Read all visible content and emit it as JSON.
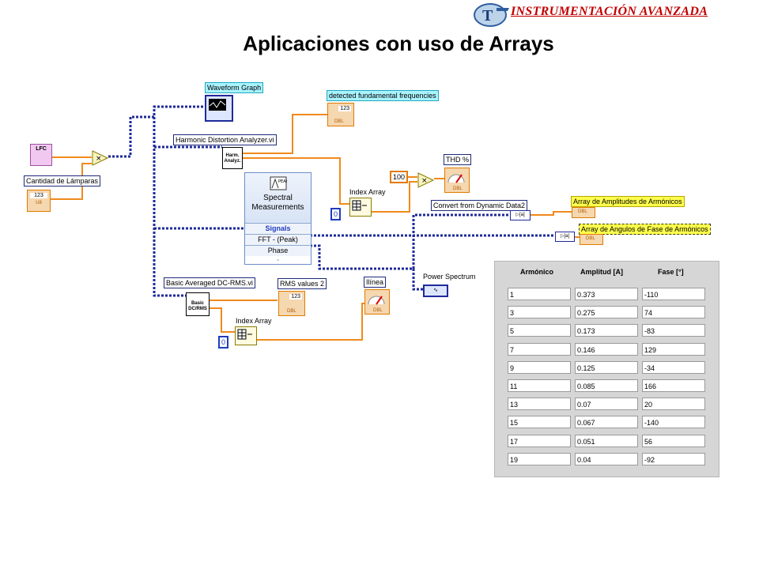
{
  "header": {
    "brand": "INSTRUMENTACIÓN AVANZADA",
    "title": "Aplicaciones con uso de Arrays"
  },
  "diagram": {
    "lfc": "LFC",
    "lamps_label": "Cantidad de Lámparas",
    "lamps_icon": "123",
    "lamps_type": "U8",
    "waveform_graph": "Waveform Graph",
    "fundamental_label": "detected fundamental frequencies",
    "fundamental_icon": "123",
    "hda_label": "Harmonic Distortion Analyzer.vi",
    "hda_icon_line1": "Harm.",
    "hda_icon_line2": "Analyz.",
    "const_100": "100",
    "thd_label": "THD %",
    "index_array_1": "Index Array",
    "index_const_1": "0",
    "spectral_title_1": "Spectral",
    "spectral_title_2": "Measurements",
    "spectral_icon": "PEAK",
    "spectral_rows": [
      "Signals",
      "FFT - (Peak)",
      "Phase"
    ],
    "convert_label": "Convert from Dynamic Data2",
    "amplitudes_label": "Array de Amplitudes de Armónicos",
    "angles_label": "Array de Angulos de Fase de Armónicos",
    "dbl": "DBL",
    "power_spectrum": "Power Spectrum",
    "rms_label": "Basic Averaged DC-RMS.vi",
    "rms_icon_line1": "Basic",
    "rms_icon_line2": "DC/RMS",
    "rms_values": "RMS values 2",
    "rms_icon": "123",
    "ilinea": "Ilínea",
    "index_array_2": "Index Array",
    "index_const_2": "0"
  },
  "table": {
    "headers": [
      "Armónico",
      "Amplitud [A]",
      "Fase [°]"
    ],
    "rows": [
      [
        "1",
        "0.373",
        "-110"
      ],
      [
        "3",
        "0.275",
        "74"
      ],
      [
        "5",
        "0.173",
        "-83"
      ],
      [
        "7",
        "0.146",
        "129"
      ],
      [
        "9",
        "0.125",
        "-34"
      ],
      [
        "11",
        "0.085",
        "166"
      ],
      [
        "13",
        "0.07",
        "20"
      ],
      [
        "15",
        "0.067",
        "-140"
      ],
      [
        "17",
        "0.051",
        "56"
      ],
      [
        "19",
        "0.04",
        "-92"
      ]
    ]
  },
  "colors": {
    "wire_blue": "#1f2a9a",
    "wire_orange": "#f08a1c",
    "brand_red": "#c00000",
    "label_cyan": "#a9f3ff",
    "label_yellow": "#ffff4c"
  }
}
